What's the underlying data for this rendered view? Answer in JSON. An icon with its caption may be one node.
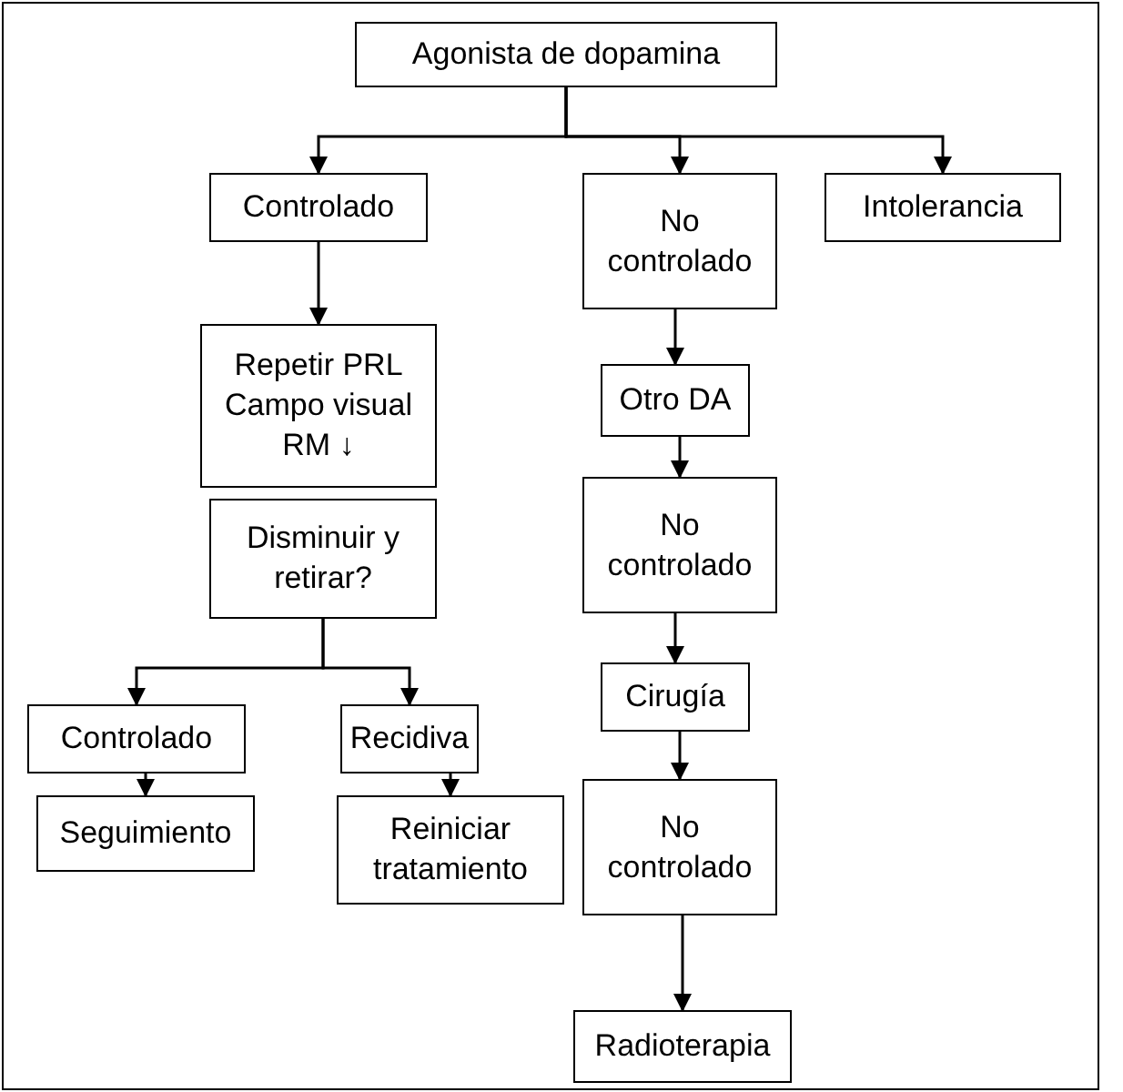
{
  "diagram": {
    "nodes": [
      {
        "text": [
          "Agonista de dopamina"
        ]
      },
      {
        "text": [
          "Controlado"
        ]
      },
      {
        "text": [
          "No controlado"
        ]
      },
      {
        "text": [
          "Intolerancia"
        ]
      },
      {
        "text": [
          "Repetir PRL Campo visual RM ↓"
        ]
      },
      {
        "text": [
          "Disminuir y retirar?"
        ]
      },
      {
        "text": [
          "Controlado"
        ]
      },
      {
        "text": [
          "Recidiva"
        ]
      },
      {
        "text": [
          "Seguimiento"
        ]
      },
      {
        "text": [
          "Reiniciar tratamiento"
        ]
      },
      {
        "text": [
          "Otro DA"
        ]
      },
      {
        "text": [
          "No controlado"
        ]
      },
      {
        "text": [
          "Cirugía"
        ]
      },
      {
        "text": [
          "No controlado"
        ]
      },
      {
        "text": [
          "Radioterapia"
        ]
      }
    ],
    "edges": [
      {
        "from": 0,
        "to": 1,
        "arrow": "to"
      },
      {
        "from": 0,
        "to": 2,
        "arrow": "to"
      },
      {
        "from": 0,
        "to": 3,
        "arrow": "to"
      },
      {
        "from": 1,
        "to": 4,
        "arrow": "to"
      },
      {
        "from": 5,
        "to": 6,
        "arrow": "to"
      },
      {
        "from": 5,
        "to": 7,
        "arrow": "to"
      },
      {
        "from": 6,
        "to": 8,
        "arrow": "to"
      },
      {
        "from": 7,
        "to": 9,
        "arrow": "to"
      },
      {
        "from": 2,
        "to": 10,
        "arrow": "to"
      },
      {
        "from": 10,
        "to": 11,
        "arrow": "to"
      },
      {
        "from": 11,
        "to": 12,
        "arrow": "to"
      },
      {
        "from": 12,
        "to": 13,
        "arrow": "to"
      },
      {
        "from": 13,
        "to": 14,
        "arrow": "to"
      }
    ]
  }
}
